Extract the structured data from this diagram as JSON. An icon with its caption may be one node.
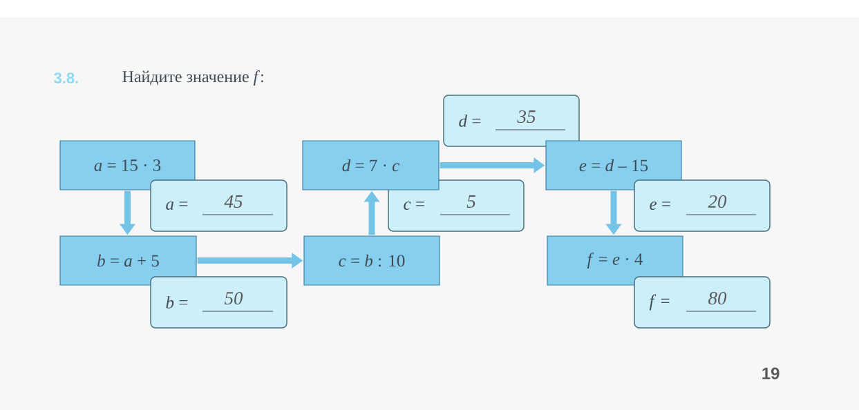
{
  "diagram": {
    "title": "Найдите значение *f*:",
    "nodes": [
      {
        "text": [
          "*a* = 15 · 3"
        ]
      },
      {
        "text": [
          "*a* =",
          "45"
        ]
      },
      {
        "text": [
          "*b* = *a* + 5"
        ]
      },
      {
        "text": [
          "*b* =",
          "50"
        ]
      },
      {
        "text": [
          "*c* = *b* : 10"
        ]
      },
      {
        "text": [
          "*c* =",
          "5"
        ]
      },
      {
        "text": [
          "*d* = 7 · *c*"
        ]
      },
      {
        "text": [
          "*d* =",
          "35"
        ]
      },
      {
        "text": [
          "*e* = *d* – 15"
        ]
      },
      {
        "text": [
          "*e* =",
          "20"
        ]
      },
      {
        "text": [
          "*f* = *e* · 4"
        ]
      },
      {
        "text": [
          "*f* =",
          "80"
        ]
      }
    ],
    "edges": [
      {
        "from": 0,
        "to": 2,
        "arrow": "to"
      },
      {
        "from": 2,
        "to": 4,
        "arrow": "to"
      },
      {
        "from": 4,
        "to": 6,
        "arrow": "to"
      },
      {
        "from": 6,
        "to": 8,
        "arrow": "to"
      },
      {
        "from": 8,
        "to": 10,
        "arrow": "to"
      }
    ],
    "labels": [
      "3.8.",
      "19"
    ]
  }
}
